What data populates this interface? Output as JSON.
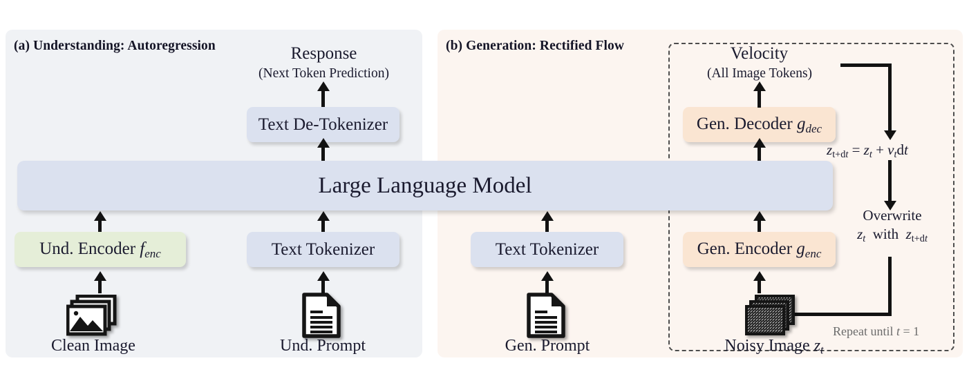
{
  "figure": {
    "panel_a": {
      "title": "(a) Understanding: Autoregression",
      "bg_color": "#f0f2f5",
      "nodes": {
        "response_title": "Response",
        "response_sub": "(Next Token Prediction)",
        "text_detokenizer": "Text De-Tokenizer",
        "und_encoder": "Und. Encoder",
        "und_encoder_sym": "f",
        "und_encoder_sub": "enc",
        "text_tokenizer": "Text Tokenizer",
        "clean_image_label": "Clean Image",
        "und_prompt_label": "Und. Prompt",
        "clean_image_icon": "image-stack-icon",
        "und_prompt_icon": "document-icon"
      }
    },
    "panel_b": {
      "title": "(b) Generation: Rectified Flow",
      "bg_color": "#fcf5f0",
      "nodes": {
        "velocity_title": "Velocity",
        "velocity_sub": "(All Image Tokens)",
        "gen_decoder": "Gen. Decoder",
        "gen_decoder_sym": "g",
        "gen_decoder_sub": "dec",
        "gen_encoder": "Gen. Encoder",
        "gen_encoder_sym": "g",
        "gen_encoder_sub": "enc",
        "text_tokenizer": "Text Tokenizer",
        "gen_prompt_label": "Gen. Prompt",
        "noisy_image_label": "Noisy Image",
        "noisy_image_sym": "z",
        "noisy_image_sub": "t",
        "gen_prompt_icon": "document-icon",
        "noisy_image_icon": "noise-image-stack-icon"
      },
      "annotations": {
        "update_equation": "z_{t+dt} = z_t + v_t dt",
        "overwrite_line1": "Overwrite",
        "overwrite_line2": "z_t with z_{t+dt}",
        "repeat_note": "Repeat until t = 1"
      }
    },
    "shared": {
      "llm_label": "Large Language Model",
      "llm_color": "#dbe1ef",
      "green_color": "#e5eed8",
      "peach_color": "#fae5d2",
      "dashed_box_color": "#4d4d4d"
    }
  }
}
